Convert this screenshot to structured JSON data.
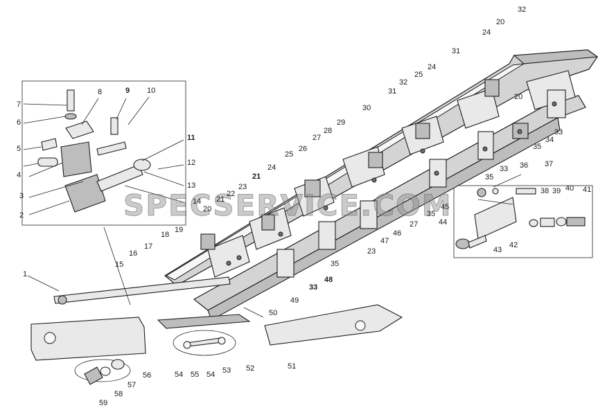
{
  "diagram": {
    "watermark": "SPECSERVICE.COM",
    "labels": [
      "1",
      "2",
      "3",
      "4",
      "5",
      "6",
      "7",
      "8",
      "9",
      "10",
      "11",
      "12",
      "13",
      "14",
      "15",
      "16",
      "17",
      "18",
      "19",
      "20",
      "20",
      "20",
      "21",
      "21",
      "22",
      "23",
      "23",
      "24",
      "24",
      "24",
      "25",
      "25",
      "26",
      "27",
      "27",
      "28",
      "29",
      "30",
      "31",
      "31",
      "32",
      "32",
      "33",
      "33",
      "33",
      "34",
      "35",
      "35",
      "35",
      "35",
      "36",
      "37",
      "38",
      "39",
      "40",
      "41",
      "42",
      "43",
      "44",
      "45",
      "46",
      "47",
      "48",
      "49",
      "50",
      "51",
      "52",
      "53",
      "54",
      "54",
      "55",
      "56",
      "57",
      "58",
      "59"
    ]
  },
  "colors": {
    "ink": "#1c1c1c",
    "metal_light": "#e9e9e9",
    "metal_dark": "#bdbdbd",
    "background": "#ffffff"
  }
}
